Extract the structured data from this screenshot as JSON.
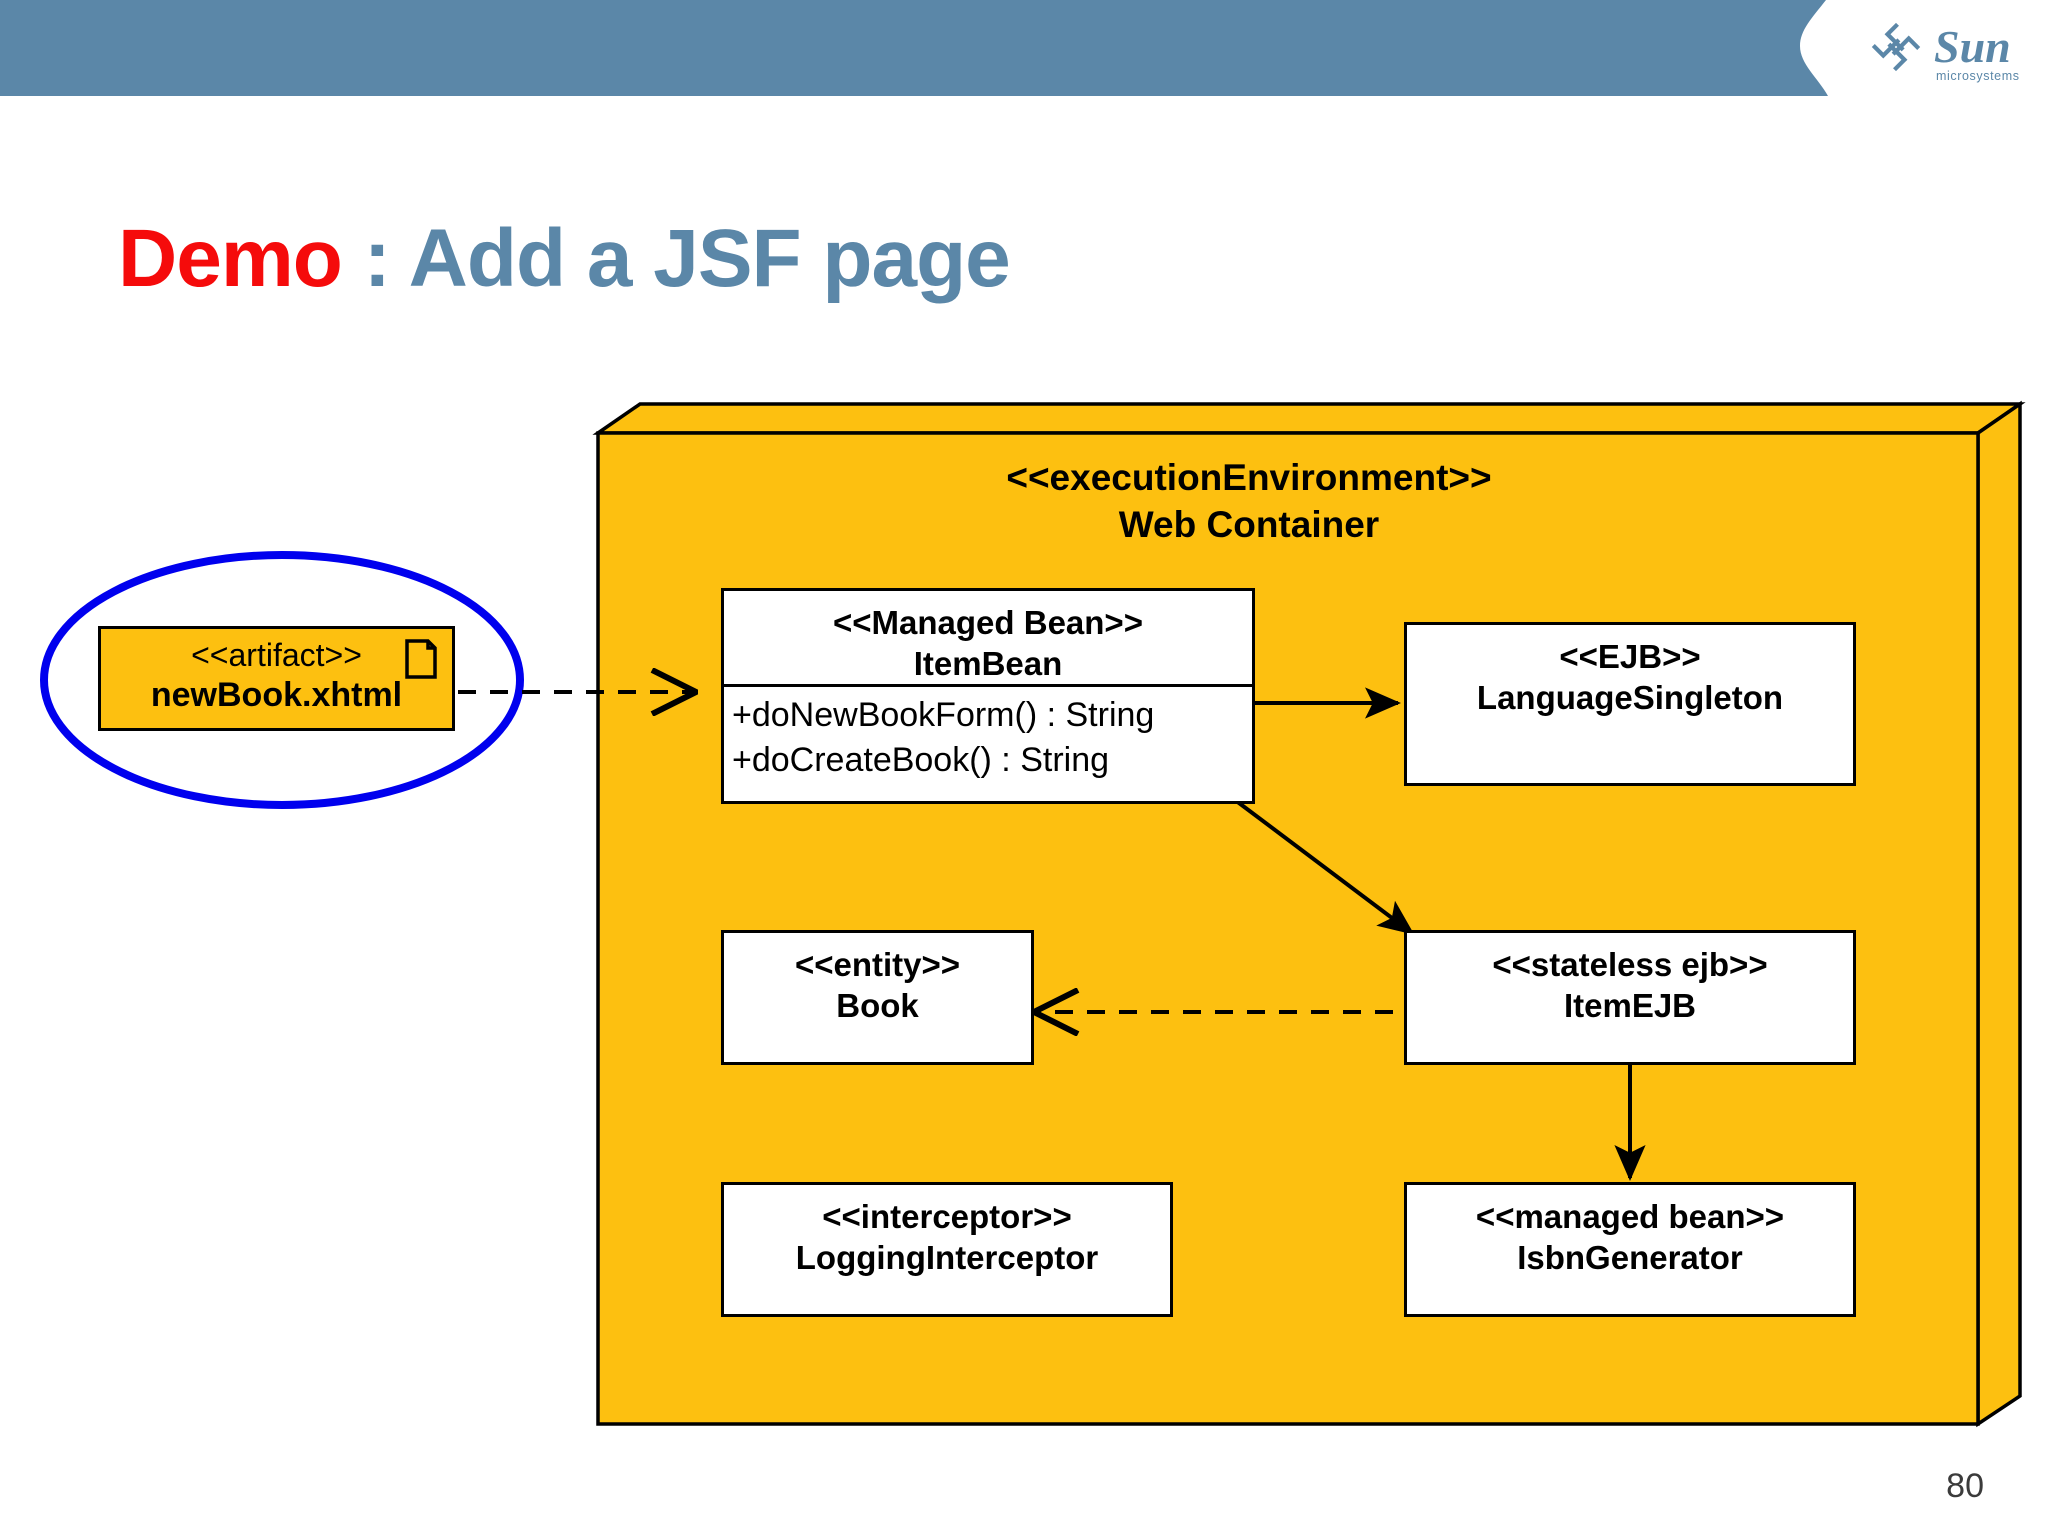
{
  "slide": {
    "number": "80",
    "title": {
      "highlight": "Demo",
      "rest": " : Add a JSF page"
    },
    "brand": {
      "logo_name": "sun-microsystems-logo",
      "wordmark": "Sun",
      "tagline": "microsystems"
    },
    "colors": {
      "banner": "#5b87a8",
      "title_highlight": "#f50b0b",
      "title_rest": "#5b87a8",
      "node_fill": "#fdc010",
      "node_side": "#f0a800",
      "box_fill": "#ffffff",
      "stroke": "#000000",
      "annotation": "#0000ee"
    }
  },
  "diagram": {
    "type": "uml-deployment-diagram",
    "annotation_ellipse": {
      "name": "highlight-ellipse",
      "color": "#0000ee",
      "encircles": "newBook.xhtml artifact"
    },
    "artifact": {
      "stereotype": "<<artifact>>",
      "name": "newBook.xhtml",
      "icon": "document-icon"
    },
    "container": {
      "stereotype": "<<executionEnvironment>>",
      "name": "Web Container"
    },
    "nodes": [
      {
        "id": "item-bean",
        "stereotype": "<<Managed Bean>>",
        "name": "ItemBean",
        "operations": [
          "+doNewBookForm() : String",
          "+doCreateBook() : String"
        ]
      },
      {
        "id": "language-singleton",
        "stereotype": "<<EJB>>",
        "name": "LanguageSingleton",
        "operations": []
      },
      {
        "id": "book",
        "stereotype": "<<entity>>",
        "name": "Book",
        "operations": []
      },
      {
        "id": "item-ejb",
        "stereotype": "<<stateless ejb>>",
        "name": "ItemEJB",
        "operations": []
      },
      {
        "id": "logging-interceptor",
        "stereotype": "<<interceptor>>",
        "name": "LoggingInterceptor",
        "operations": []
      },
      {
        "id": "isbn-generator",
        "stereotype": "<<managed bean>>",
        "name": "IsbnGenerator",
        "operations": []
      }
    ],
    "connections": [
      {
        "from": "newBook.xhtml",
        "to": "ItemBean",
        "style": "dashed",
        "arrow": "open"
      },
      {
        "from": "ItemBean",
        "to": "LanguageSingleton",
        "style": "solid",
        "arrow": "filled"
      },
      {
        "from": "ItemBean",
        "to": "ItemEJB",
        "style": "solid",
        "arrow": "filled"
      },
      {
        "from": "ItemEJB",
        "to": "Book",
        "style": "dashed",
        "arrow": "open"
      },
      {
        "from": "ItemEJB",
        "to": "IsbnGenerator",
        "style": "solid",
        "arrow": "filled"
      }
    ]
  }
}
